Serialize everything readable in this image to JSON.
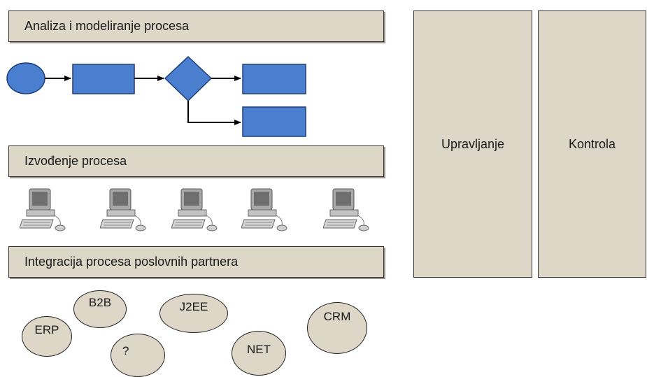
{
  "layers": {
    "analysis": "Analiza i modeliranje procesa",
    "execution": "Izvođenje procesa",
    "integration": "Integracija procesa poslovnih partnera"
  },
  "columns": {
    "management": "Upravljanje",
    "control": "Kontrola"
  },
  "systems": [
    "ERP",
    "B2B",
    "?",
    "J2EE",
    "NET",
    "CRM"
  ],
  "workstation_icon": "desktop-computer-icon",
  "colors": {
    "panel_fill": "#ded7c8",
    "flow_shape_fill": "#4a7fd0",
    "outline": "#333333"
  }
}
